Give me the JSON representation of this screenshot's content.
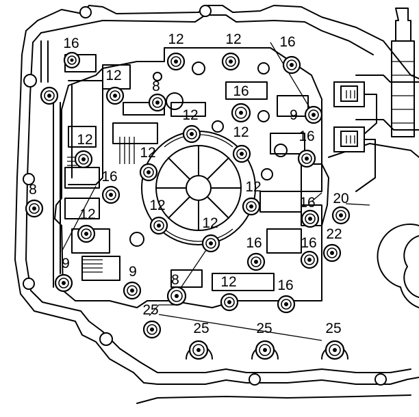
{
  "diagram": {
    "callouts": [
      {
        "id": "c1",
        "text": "16"
      },
      {
        "id": "c2",
        "text": "12"
      },
      {
        "id": "c3",
        "text": "12"
      },
      {
        "id": "c4",
        "text": "16"
      },
      {
        "id": "c5",
        "text": "12"
      },
      {
        "id": "c6",
        "text": "8"
      },
      {
        "id": "c7",
        "text": "16"
      },
      {
        "id": "c8",
        "text": "12"
      },
      {
        "id": "c9",
        "text": "9"
      },
      {
        "id": "c10",
        "text": "12"
      },
      {
        "id": "c11",
        "text": "16"
      },
      {
        "id": "c12",
        "text": "12"
      },
      {
        "id": "c13",
        "text": "12"
      },
      {
        "id": "c14",
        "text": "8"
      },
      {
        "id": "c15",
        "text": "16"
      },
      {
        "id": "c16",
        "text": "12"
      },
      {
        "id": "c17",
        "text": "16"
      },
      {
        "id": "c18",
        "text": "20"
      },
      {
        "id": "c19",
        "text": "12"
      },
      {
        "id": "c20",
        "text": "12"
      },
      {
        "id": "c21",
        "text": "12"
      },
      {
        "id": "c22",
        "text": "16"
      },
      {
        "id": "c23",
        "text": "16"
      },
      {
        "id": "c24",
        "text": "22"
      },
      {
        "id": "c25",
        "text": "9"
      },
      {
        "id": "c26",
        "text": "9"
      },
      {
        "id": "c27",
        "text": "8"
      },
      {
        "id": "c28",
        "text": "12"
      },
      {
        "id": "c29",
        "text": "16"
      },
      {
        "id": "c30",
        "text": "25"
      },
      {
        "id": "c31",
        "text": "25"
      },
      {
        "id": "c32",
        "text": "25"
      },
      {
        "id": "c33",
        "text": "25"
      }
    ]
  }
}
